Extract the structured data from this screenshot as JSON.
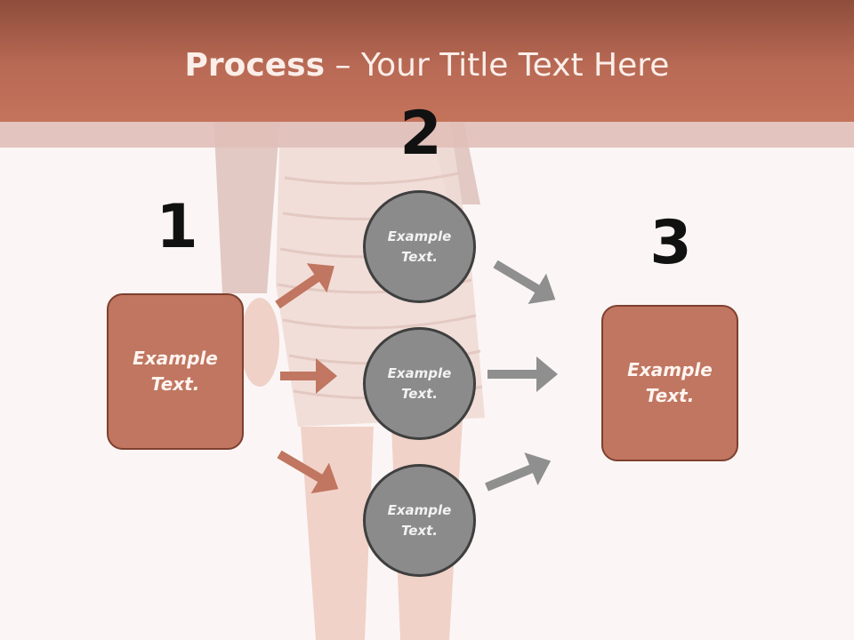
{
  "slide": {
    "title_bold": "Process",
    "title_rest": " – Your Title Text Here"
  },
  "steps": {
    "n1": "1",
    "n2": "2",
    "n3": "3"
  },
  "left_box": {
    "line1": "Example",
    "line2": "Text."
  },
  "right_box": {
    "line1": "Example",
    "line2": "Text."
  },
  "circles": [
    {
      "line1": "Example",
      "line2": "Text."
    },
    {
      "line1": "Example",
      "line2": "Text."
    },
    {
      "line1": "Example",
      "line2": "Text."
    }
  ],
  "colors": {
    "accent": "#c07660",
    "accent_dark": "#7e4030",
    "circle_fill": "#8c8b8b",
    "arrow_gray": "#8f8f8f"
  }
}
